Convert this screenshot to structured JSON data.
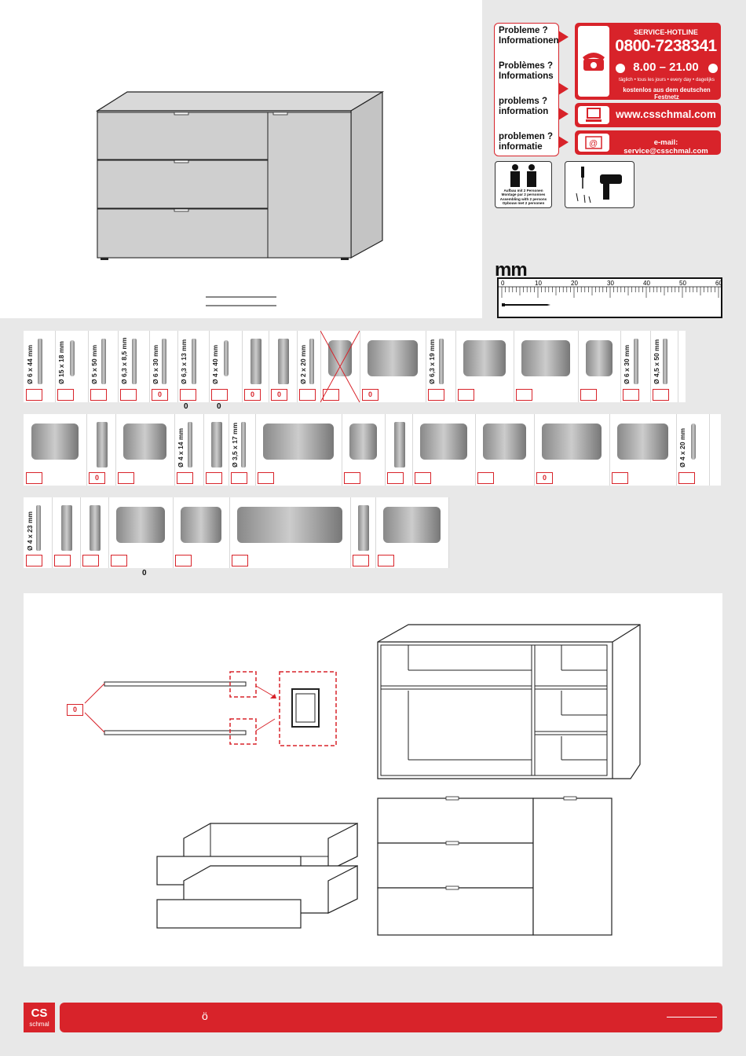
{
  "hotline": {
    "questions": [
      "Probleme ?\nInformationen",
      "Problèmes ?\nInformations",
      "problems ?\ninformation",
      "problemen ?\ninformatie"
    ],
    "service_label": "SERVICE-HOTLINE",
    "phone": "0800-7238341",
    "hours": "8.00 – 21.00",
    "days": "täglich • tous les jours • every day • dagelijks",
    "free_note": "kostenlos aus dem deutschen Festnetz",
    "website": "www.csschmal.com",
    "email": "e-mail: service@csschmal.com",
    "persons_text": "Aufbau mit 2 Personen\nMontage par 2 personnes\nAssembling with 2 persons\nOpbouw met 2 personen"
  },
  "ruler": {
    "unit": "mm",
    "ticks": [
      "0",
      "10",
      "20",
      "30",
      "40",
      "50",
      "60"
    ]
  },
  "parts_row1": [
    {
      "label": "Ø 6 x 44 mm",
      "qty": ""
    },
    {
      "label": "Ø 15 x 18 mm",
      "qty": ""
    },
    {
      "label": "Ø 5 x 50 mm",
      "qty": ""
    },
    {
      "label": "Ø 6,3 x 8,5 mm",
      "qty": ""
    },
    {
      "label": "Ø 6 x 30 mm",
      "qty": "0"
    },
    {
      "label": "Ø 6,3 x 13 mm",
      "qty": ""
    },
    {
      "label": "Ø 4 x 40 mm",
      "qty": ""
    },
    {
      "label": "",
      "qty": "0"
    },
    {
      "label": "",
      "qty": "0"
    },
    {
      "label": "Ø 2 x 20 mm",
      "qty": ""
    },
    {
      "label": "",
      "qty": ""
    },
    {
      "label": "",
      "qty": "0"
    },
    {
      "label": "Ø 6,3 x 19 mm",
      "qty": ""
    },
    {
      "label": "",
      "qty": ""
    },
    {
      "label": "",
      "qty": ""
    },
    {
      "label": "",
      "qty": ""
    },
    {
      "label": "Ø 6 x 30 mm",
      "qty": ""
    },
    {
      "label": "Ø 4,5 x 50 mm",
      "qty": ""
    }
  ],
  "row1_notes": [
    "0",
    "0"
  ],
  "parts_row2": [
    {
      "label": "",
      "qty": ""
    },
    {
      "label": "",
      "qty": "0"
    },
    {
      "label": "",
      "qty": ""
    },
    {
      "label": "Ø 4 x 14 mm",
      "qty": ""
    },
    {
      "label": "",
      "qty": ""
    },
    {
      "label": "Ø 3,5 x 17 mm",
      "qty": ""
    },
    {
      "label": "",
      "qty": ""
    },
    {
      "label": "",
      "qty": ""
    },
    {
      "label": "",
      "qty": ""
    },
    {
      "label": "",
      "qty": ""
    },
    {
      "label": "",
      "qty": ""
    },
    {
      "label": "",
      "qty": "0"
    },
    {
      "label": "",
      "qty": ""
    },
    {
      "label": "Ø 4 x 20 mm",
      "qty": ""
    }
  ],
  "parts_row3": [
    {
      "label": "Ø 4 x 23 mm",
      "qty": ""
    },
    {
      "label": "",
      "qty": ""
    },
    {
      "label": "",
      "qty": ""
    },
    {
      "label": "",
      "qty": ""
    },
    {
      "label": "",
      "qty": ""
    },
    {
      "label": "",
      "qty": ""
    },
    {
      "label": "",
      "qty": ""
    },
    {
      "label": "",
      "qty": ""
    }
  ],
  "row3_note": "0",
  "assembly": {
    "rail_qty": "0"
  },
  "footer": {
    "logo_top": "CS",
    "logo_bottom": "schmal",
    "text": "ö"
  },
  "colors": {
    "brand_red": "#d8232a",
    "panel_gray": "#e8e8e8",
    "cabinet_fill": "#cfcfcf"
  }
}
